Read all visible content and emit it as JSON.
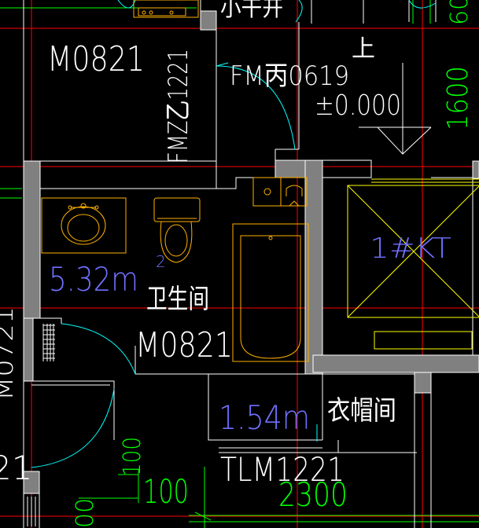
{
  "colors": {
    "background": "#000000",
    "wall_line": "#ffffff",
    "wall_fill": "#808080",
    "axis_line": "#ff0000",
    "dimension_line": "#00ff00",
    "door_swing": "#00ffff",
    "fixture": "#ffb000",
    "shaft": "#ffff00",
    "area_text": "#7070ff",
    "plain_text": "#ffffff",
    "dimension_text": "#00ff00"
  },
  "labels": {
    "door_top_left": "M0821",
    "door_fire_vertical": "FMZ乙1221",
    "door_fire_b": "FM丙0619",
    "vent_partial": "小干开",
    "stair_up": "上",
    "elevation": "±0.000",
    "shaft_id": "1#KT",
    "bath_area": "5.32m",
    "bath_area_sup": "2",
    "bath_room": "卫生间",
    "bath_door": "M0821",
    "closet_area": "1.54m",
    "closet_room": "衣帽间",
    "sliding_door": "TLM1221",
    "left_edge_partial_a": "M0721",
    "left_edge_partial_b": "21"
  },
  "dimensions": {
    "right_top_partial": "60",
    "right_vertical": "1600",
    "left_vertical": "100",
    "bottom_left": "100",
    "bottom_center": "2300",
    "bottom_bottom_partial": "00"
  },
  "icons": [
    "washbasin-icon",
    "toilet-icon",
    "bathtub-icon",
    "floor-drain-icon",
    "stair-arrow-icon"
  ]
}
